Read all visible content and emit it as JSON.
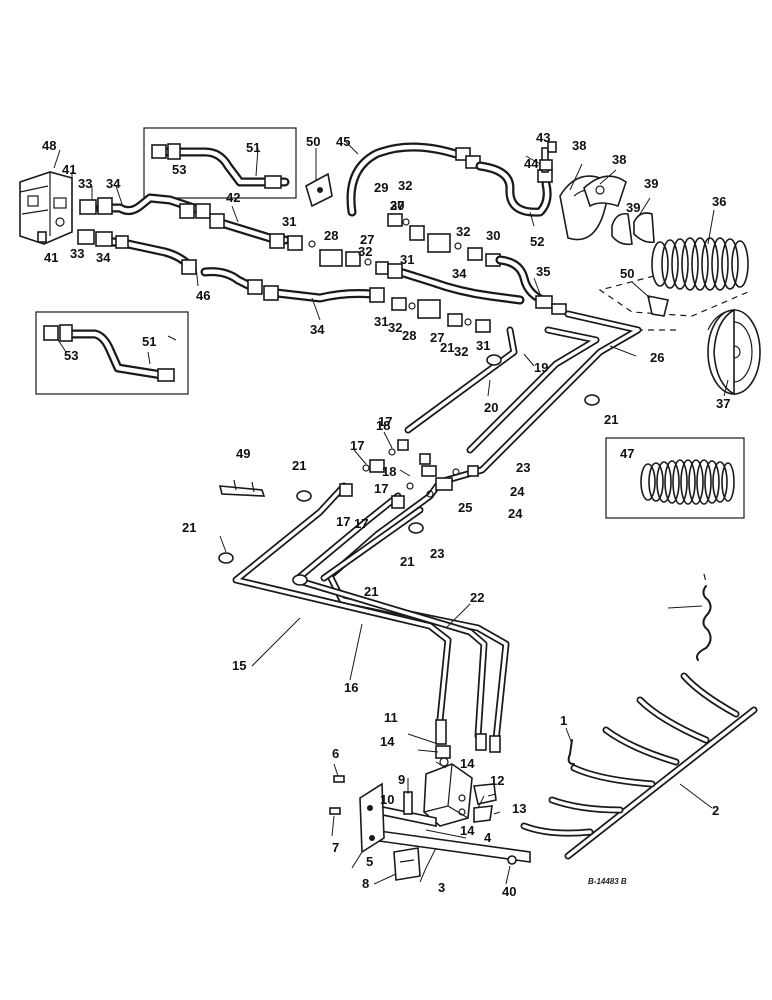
{
  "drawing_number": "B-14483 B",
  "callouts": [
    "1",
    "2",
    "3",
    "4",
    "5",
    "6",
    "7",
    "8",
    "9",
    "10",
    "11",
    "12",
    "13",
    "14",
    "15",
    "16",
    "17",
    "18",
    "19",
    "20",
    "21",
    "22",
    "23",
    "24",
    "25",
    "26",
    "27",
    "28",
    "29",
    "30",
    "31",
    "32",
    "33",
    "34",
    "35",
    "36",
    "37",
    "38",
    "39",
    "40",
    "41",
    "42",
    "43",
    "44",
    "45",
    "46",
    "47",
    "48",
    "49",
    "50",
    "51",
    "52",
    "53"
  ]
}
